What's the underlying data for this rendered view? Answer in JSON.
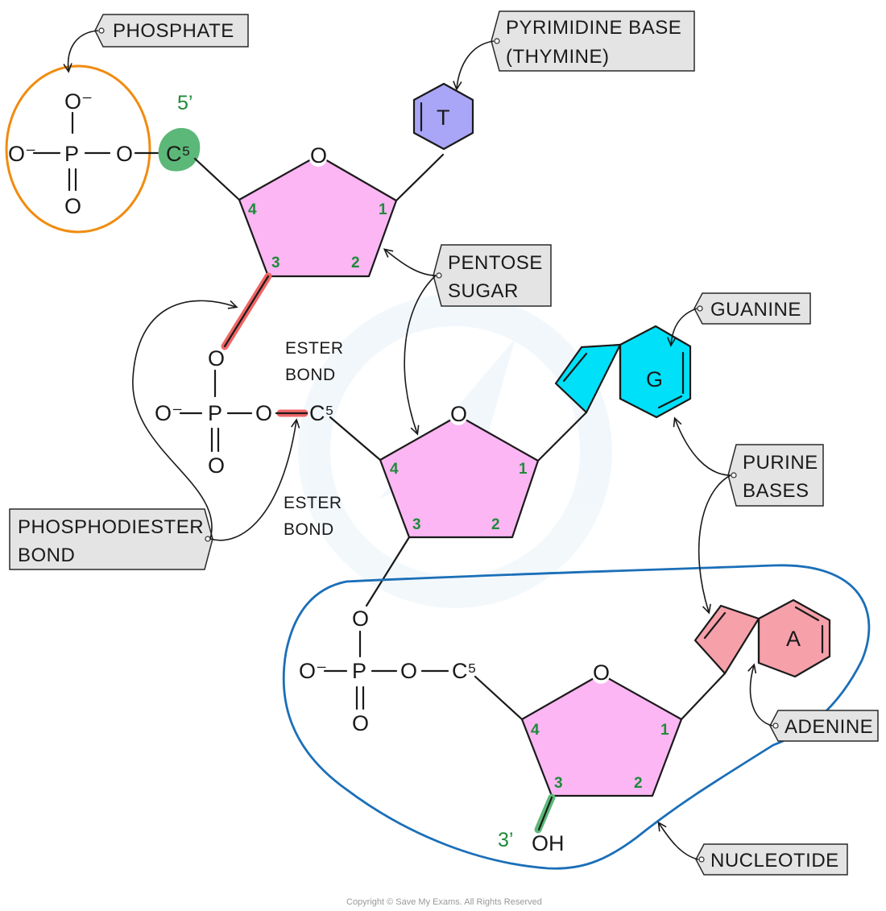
{
  "labels": {
    "phosphate": "PHOSPHATE",
    "pyrimidine_line1": "PYRIMIDINE  BASE",
    "pyrimidine_line2": "(THYMINE)",
    "pentose_line1": "PENTOSE",
    "pentose_line2": "SUGAR",
    "guanine": "GUANINE",
    "purine_line1": "PURINE",
    "purine_line2": "BASES",
    "phosphodiester_line1": "PHOSPHODIESTER",
    "phosphodiester_line2": "BOND",
    "adenine": "ADENINE",
    "nucleotide": "NUCLEOTIDE",
    "ester_line1": "ESTER",
    "ester_line2": "BOND"
  },
  "atoms": {
    "oxygen": "O",
    "oxygen_minus": "O⁻",
    "phosphorus": "P",
    "carbon5": "C⁵",
    "hydroxyl": "OH"
  },
  "bases": {
    "thymine": "T",
    "guanine": "G",
    "adenine": "A"
  },
  "carbon_numbers": [
    "1",
    "2",
    "3",
    "4"
  ],
  "ends": {
    "five_prime": "5’",
    "three_prime": "3’"
  },
  "copyright": "Copyright © Save My Exams. All Rights Reserved",
  "colors": {
    "sugar": "#fbb6f3",
    "thymine": "#a9a6f8",
    "guanine": "#00e0f8",
    "adenine": "#f6a0aa",
    "phosphate_circle": "#f08c10",
    "nucleotide_outline": "#1b6fb8",
    "ester_highlight": "#f06565",
    "end_highlight": "#5cb878",
    "carbon_number": "#1f8a3a"
  }
}
